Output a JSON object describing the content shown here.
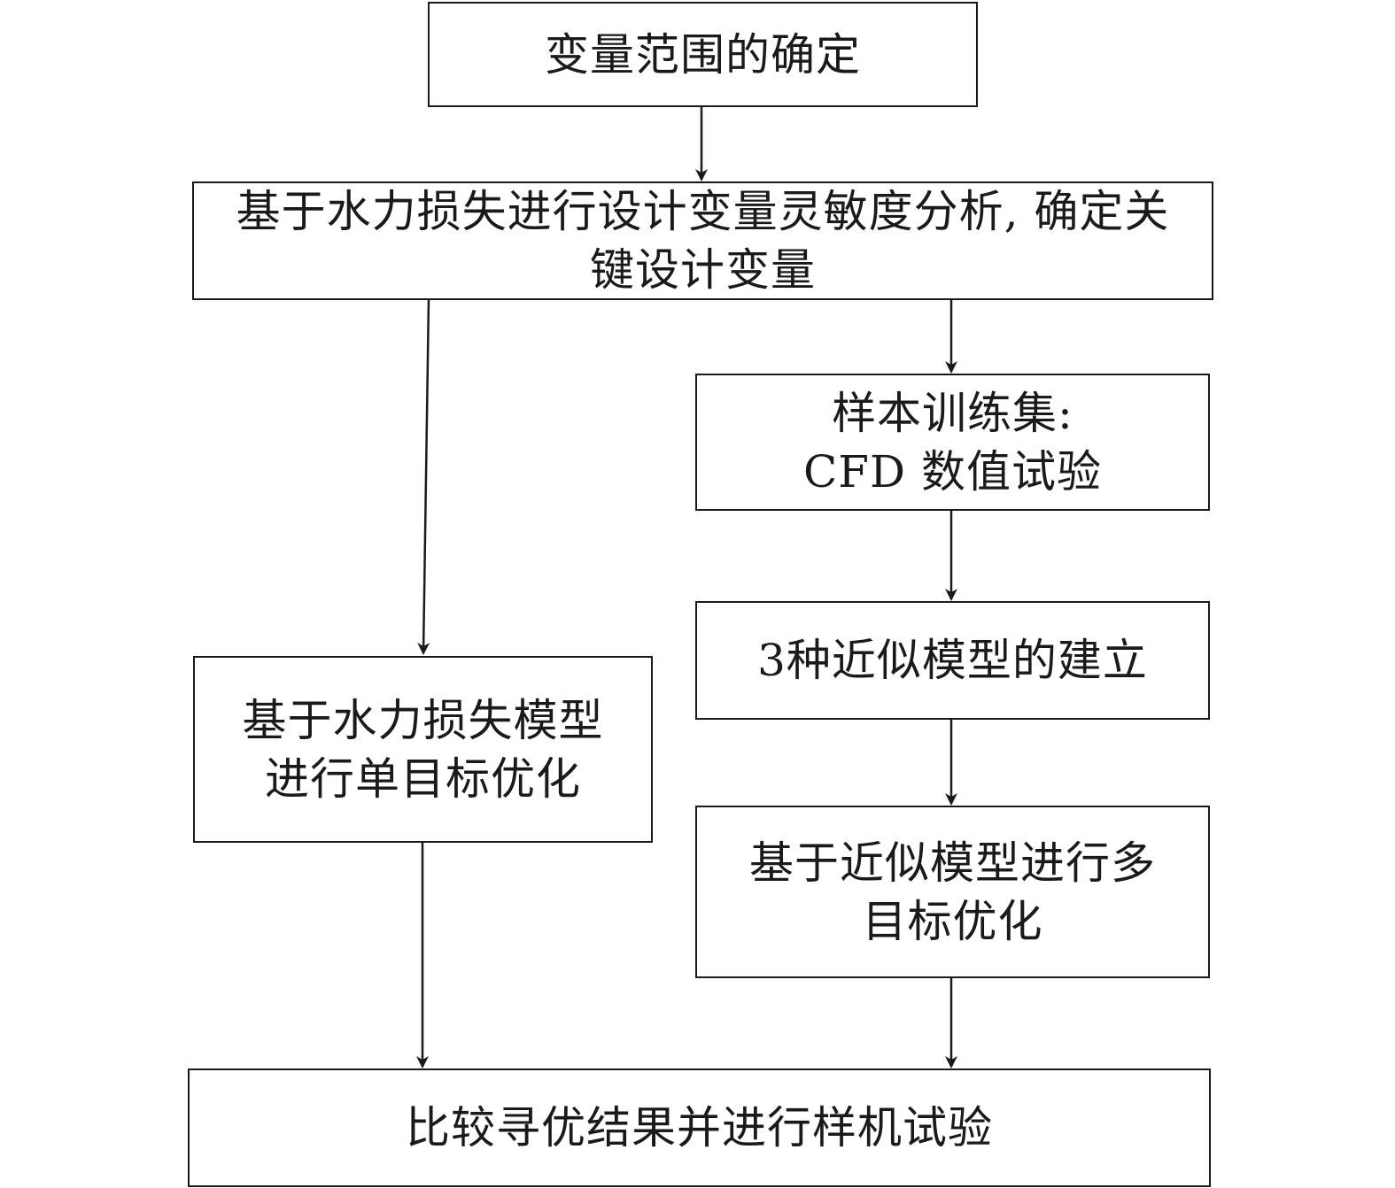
{
  "nodes": {
    "n1": {
      "text": "变量范围的确定"
    },
    "n2": {
      "text": "基于水力损失进行设计变量灵敏度分析, 确定关键设计变量"
    },
    "n3": {
      "text": "样本训练集: CFD 数值试验"
    },
    "n4": {
      "text": "3种近似模型的建立"
    },
    "n5": {
      "text": "基于水力损失模型进行单目标优化"
    },
    "n6": {
      "text": "基于近似模型进行多目标优化"
    },
    "n7": {
      "text": "比较寻优结果并进行样机试验"
    }
  },
  "edges": [
    {
      "from": "n1",
      "to": "n2"
    },
    {
      "from": "n2",
      "to": "n3"
    },
    {
      "from": "n2",
      "to": "n5"
    },
    {
      "from": "n3",
      "to": "n4"
    },
    {
      "from": "n4",
      "to": "n6"
    },
    {
      "from": "n5",
      "to": "n7"
    },
    {
      "from": "n6",
      "to": "n7"
    }
  ],
  "colors": {
    "stroke": "#1a1a1a",
    "background": "#ffffff"
  }
}
